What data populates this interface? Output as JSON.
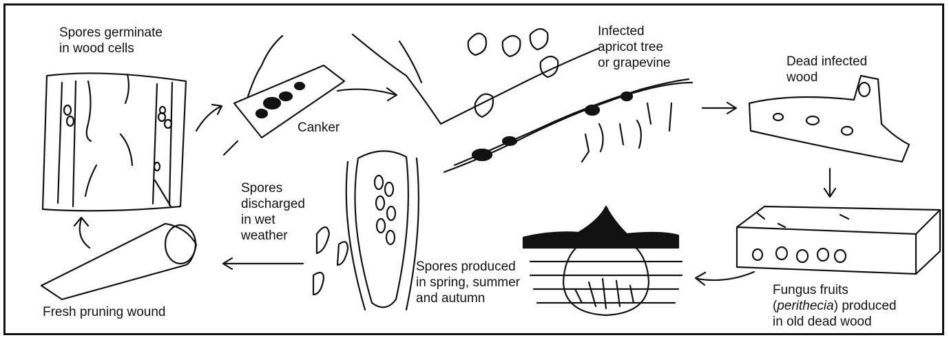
{
  "labels": {
    "spores_germinate": [
      "Spores germinate",
      "in wood cells"
    ],
    "canker": "Canker",
    "infected_tree": [
      "Infected",
      "apricot tree",
      "or grapevine"
    ],
    "dead_wood": [
      "Dead infected",
      "wood"
    ],
    "spores_discharged": [
      "Spores",
      "discharged",
      "in wet",
      "weather"
    ],
    "spores_produced": [
      "Spores produced",
      "in spring, summer",
      "and autumn"
    ],
    "fresh_wound": "Fresh pruning wound",
    "fungus_fruits": {
      "line1_open": "(",
      "line1_italic": "perithecia",
      "line1_close": ") produced",
      "line0": "Fungus fruits",
      "line2": "in old dead wood"
    }
  },
  "colors": {
    "ink": "#111111",
    "background": "#ffffff"
  }
}
